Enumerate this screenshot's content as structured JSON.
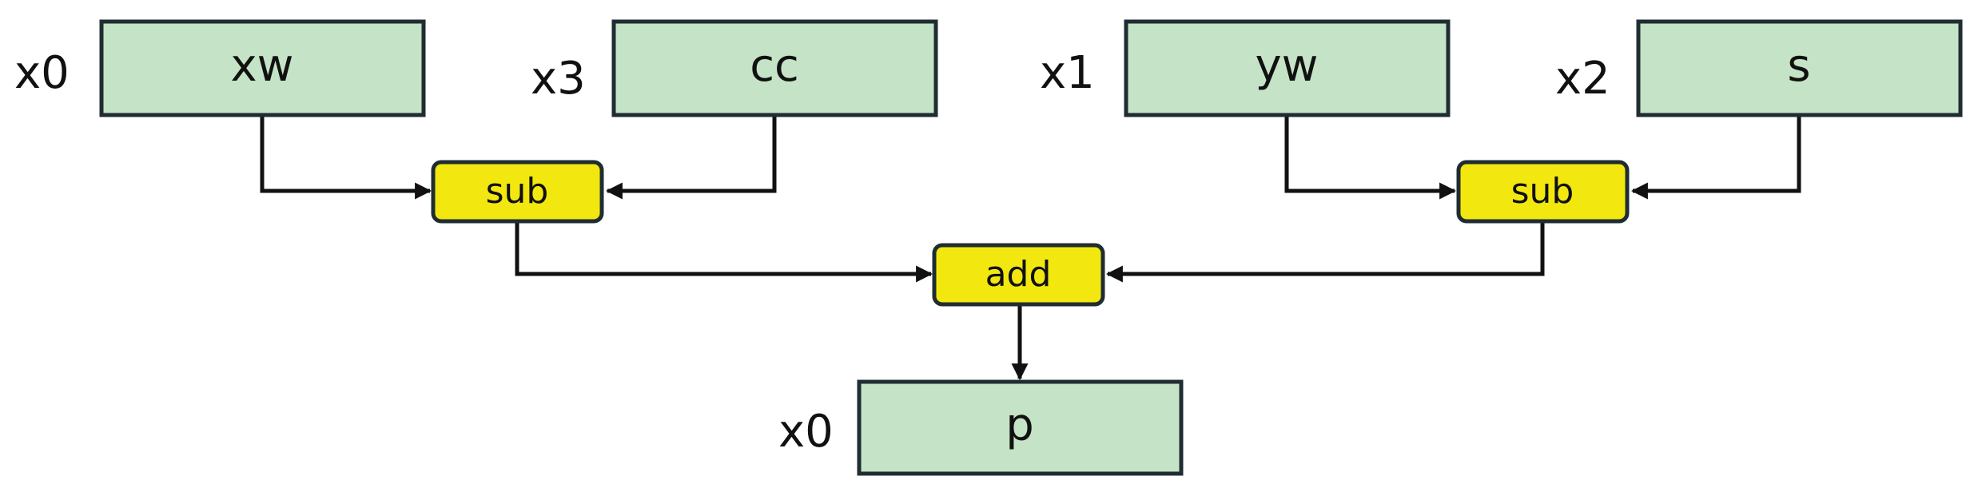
{
  "diagram": {
    "inputs": [
      {
        "register": "x0",
        "variable": "xw"
      },
      {
        "register": "x3",
        "variable": "cc"
      },
      {
        "register": "x1",
        "variable": "yw"
      },
      {
        "register": "x2",
        "variable": "s"
      }
    ],
    "operations": {
      "sub_left": "sub",
      "sub_right": "sub",
      "add": "add"
    },
    "output": {
      "register": "x0",
      "variable": "p"
    }
  },
  "colors": {
    "variable_box": "#c5e3c6",
    "operation_box": "#f2e80f",
    "stroke": "#1f2d33"
  }
}
